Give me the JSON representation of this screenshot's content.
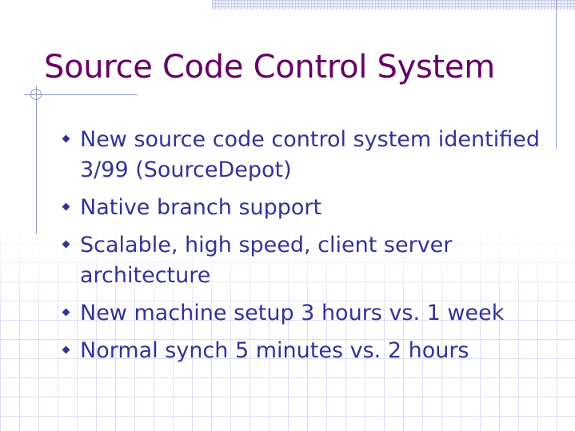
{
  "slide": {
    "title": "Source Code Control System",
    "bullets": [
      "New source code control system identified 3/99 (SourceDepot)",
      "Native branch support",
      "Scalable, high speed, client server architecture",
      "New machine setup 3 hours vs. 1 week",
      "Normal synch 5 minutes vs. 2 hours"
    ]
  },
  "colors": {
    "title": "#660066",
    "text": "#333399",
    "grid": "#c9cde9",
    "lines": "#8f9ac9"
  }
}
